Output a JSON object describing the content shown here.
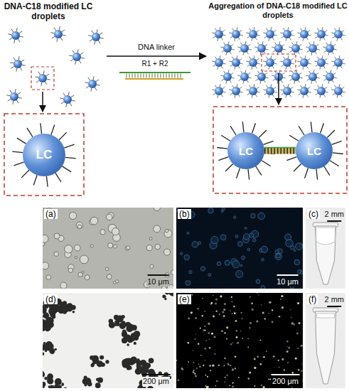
{
  "diagram": {
    "nodes": [
      {
        "text": [
          "LC"
        ]
      },
      {
        "text": [
          "LC"
        ]
      },
      {
        "text": [
          "LC"
        ]
      },
      {
        "text": [
          "(a)",
          "10 μm"
        ]
      },
      {
        "text": [
          "(b)",
          "10 μm"
        ]
      },
      {
        "text": [
          "(c)",
          "2 mm"
        ]
      },
      {
        "text": [
          "(d)",
          "200 μm"
        ]
      },
      {
        "text": [
          "(e)",
          "200 μm"
        ]
      },
      {
        "text": [
          "(f)",
          "2 mm"
        ]
      }
    ],
    "edges": [
      {
        "from": 1,
        "to": 2,
        "arrow": "none"
      }
    ],
    "labels": [
      "DNA-C18 modified LC droplets",
      "Aggregation of DNA-C18 modified LC droplets",
      "DNA linker",
      "R1 + R2"
    ]
  }
}
